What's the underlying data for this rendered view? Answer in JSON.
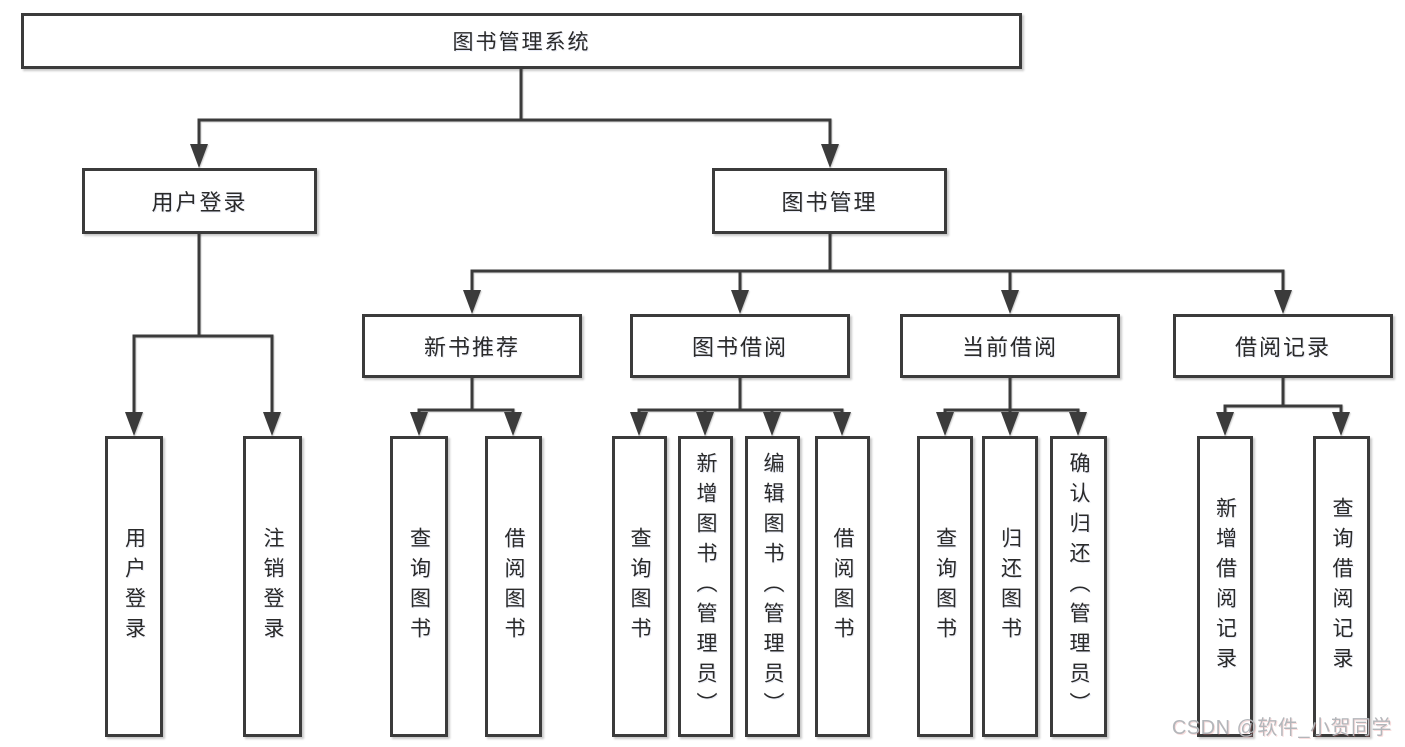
{
  "colors": {
    "line": "#3b3b3b",
    "box_border": "#3b3b3b",
    "text": "#2a2a2a",
    "background": "#ffffff",
    "watermark_text": "#b3b6ba"
  },
  "tree": {
    "root": {
      "label": "图书管理系统"
    },
    "branches": [
      {
        "label": "用户登录",
        "children": [
          {
            "label": "用户登录"
          },
          {
            "label": "注销登录"
          }
        ]
      },
      {
        "label": "图书管理",
        "children": [
          {
            "label": "新书推荐",
            "children": [
              {
                "label": "查询图书"
              },
              {
                "label": "借阅图书"
              }
            ]
          },
          {
            "label": "图书借阅",
            "children": [
              {
                "label": "查询图书"
              },
              {
                "label": "新增图书（管理员）"
              },
              {
                "label": "编辑图书（管理员）"
              },
              {
                "label": "借阅图书"
              }
            ]
          },
          {
            "label": "当前借阅",
            "children": [
              {
                "label": "查询图书"
              },
              {
                "label": "归还图书"
              },
              {
                "label": "确认归还（管理员）"
              }
            ]
          },
          {
            "label": "借阅记录",
            "children": [
              {
                "label": "新增借阅记录"
              },
              {
                "label": "查询借阅记录"
              }
            ]
          }
        ]
      }
    ]
  },
  "watermark": {
    "text": "CSDN @软件_小贺同学"
  }
}
